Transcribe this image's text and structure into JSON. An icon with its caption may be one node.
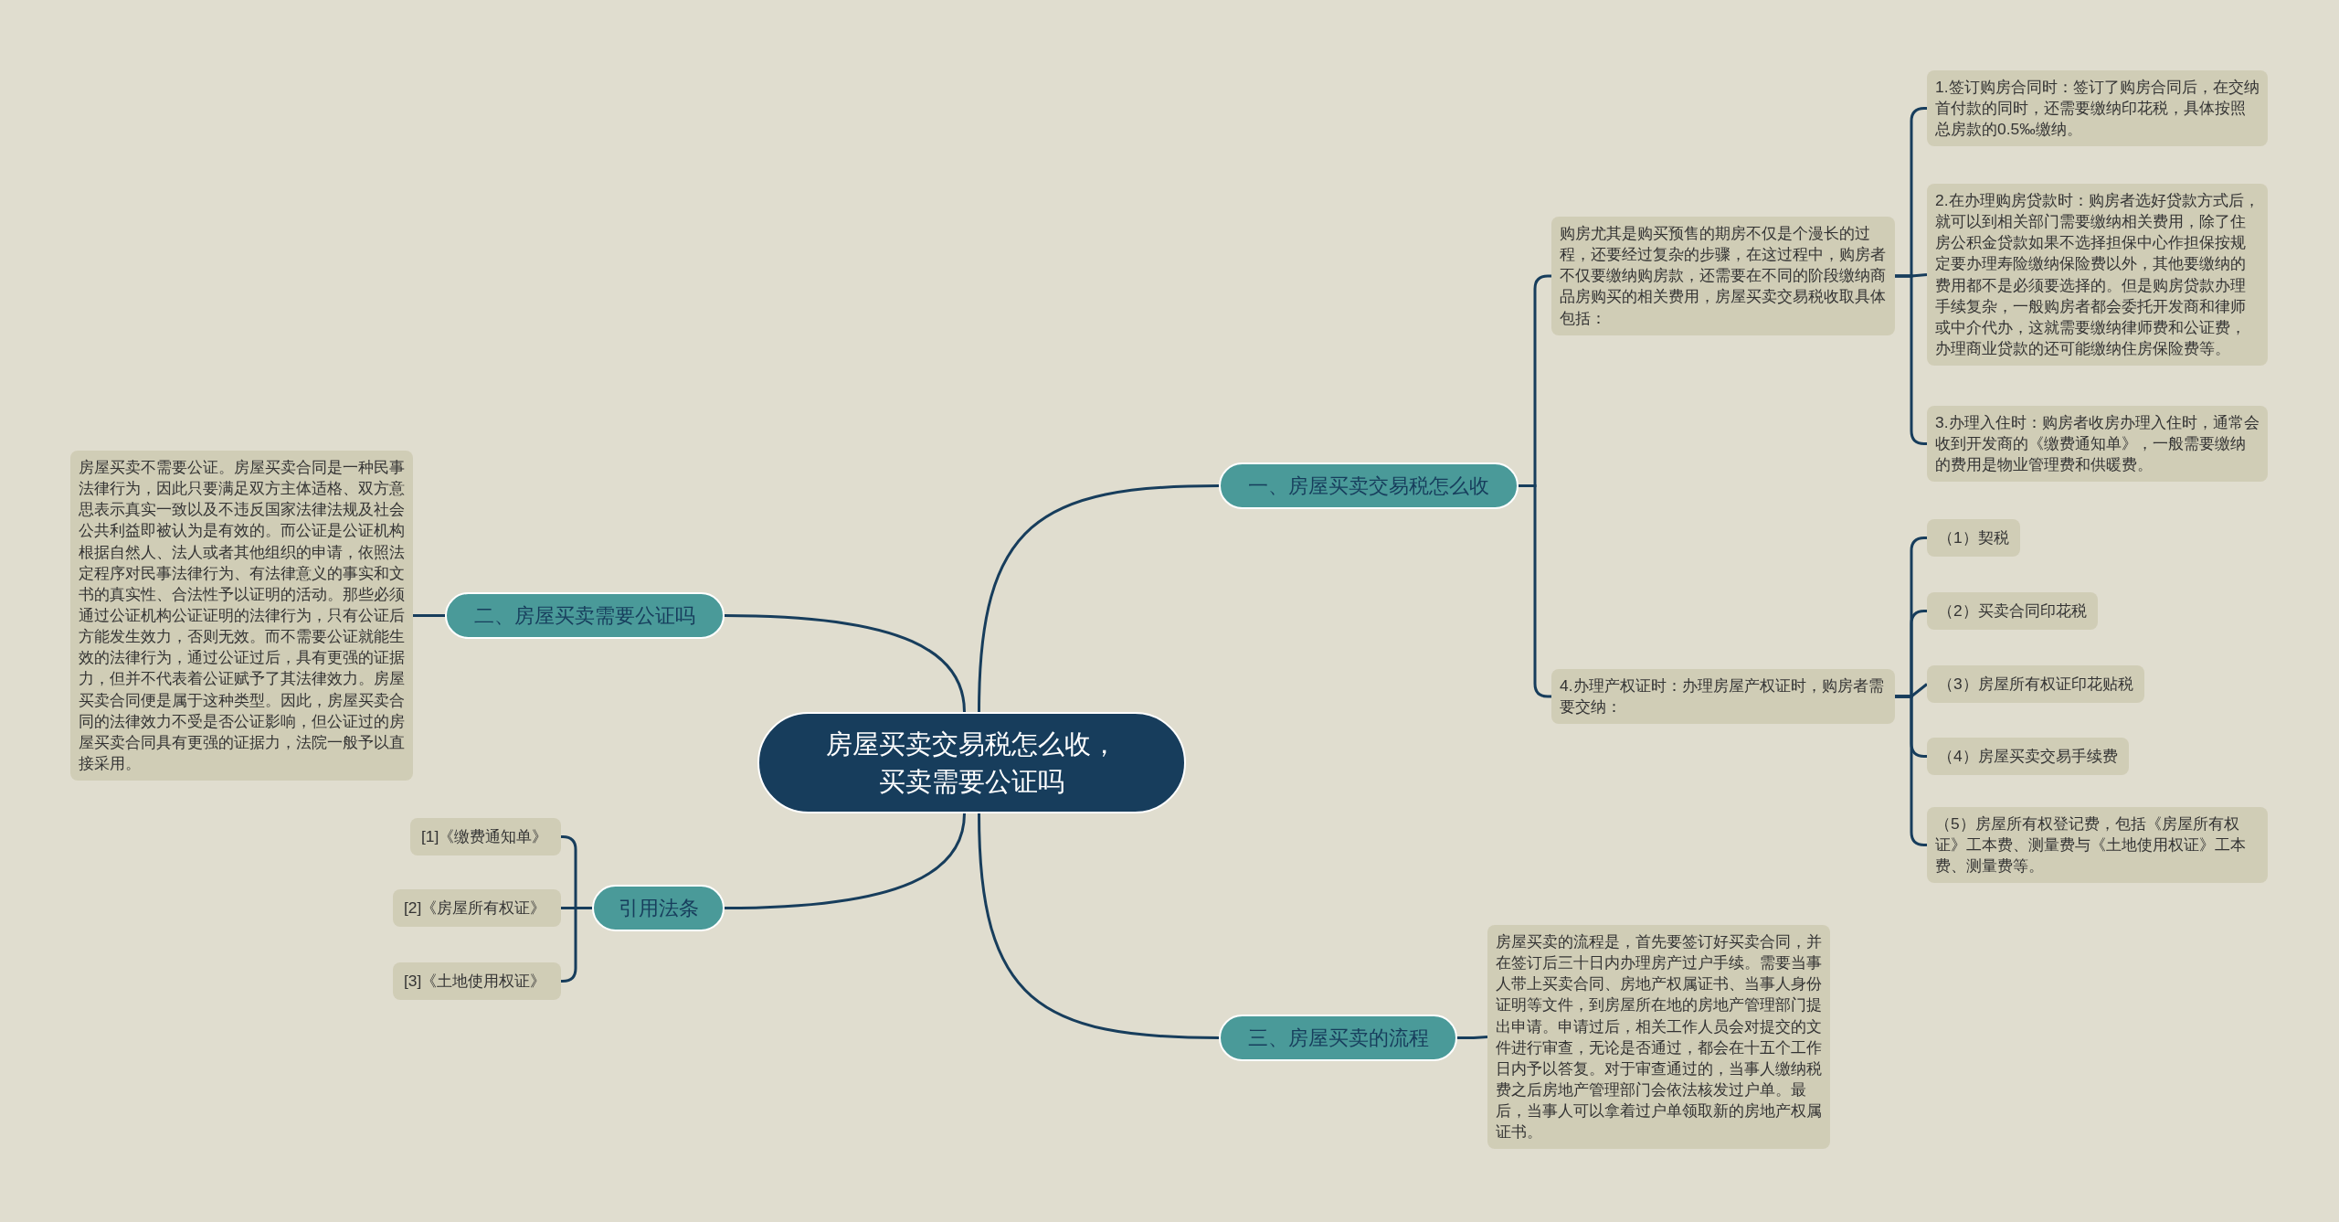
{
  "diagram": {
    "nodes": [
      {
        "text": [
          "房屋买卖交易税怎么收，买卖需要公证吗"
        ]
      },
      {
        "text": [
          "一、房屋买卖交易税怎么收"
        ]
      },
      {
        "text": [
          "购房尤其是购买预售的期房不仅是个漫长的过程，还要经过复杂的步骤，在这过程中，购房者不仅要缴纳购房款，还需要在不同的阶段缴纳商品房购买的相关费用，房屋买卖交易税收取具体包括："
        ]
      },
      {
        "text": [
          "1.签订购房合同时：签订了购房合同后，在交纳首付款的同时，还需要缴纳印花税，具体按照总房款的0.5‰缴纳。"
        ]
      },
      {
        "text": [
          "2.在办理购房贷款时：购房者选好贷款方式后，就可以到相关部门需要缴纳相关费用，除了住房公积金贷款如果不选择担保中心作担保按规定要办理寿险缴纳保险费以外，其他要缴纳的费用都不是必须要选择的。但是购房贷款办理手续复杂，一般购房者都会委托开发商和律师或中介代办，这就需要缴纳律师费和公证费，办理商业贷款的还可能缴纳住房保险费等。"
        ]
      },
      {
        "text": [
          "3.办理入住时：购房者收房办理入住时，通常会收到开发商的《缴费通知单》，一般需要缴纳的费用是物业管理费和供暖费。"
        ]
      },
      {
        "text": [
          "4.办理产权证时：办理房屋产权证时，购房者需要交纳："
        ]
      },
      {
        "text": [
          "（1）契税"
        ]
      },
      {
        "text": [
          "（2）买卖合同印花税"
        ]
      },
      {
        "text": [
          "（3）房屋所有权证印花贴税"
        ]
      },
      {
        "text": [
          "（4）房屋买卖交易手续费"
        ]
      },
      {
        "text": [
          "（5）房屋所有权登记费，包括《房屋所有权证》工本费、测量费与《土地使用权证》工本费、测量费等。"
        ]
      },
      {
        "text": [
          "二、房屋买卖需要公证吗"
        ]
      },
      {
        "text": [
          "房屋买卖不需要公证。房屋买卖合同是一种民事法律行为，因此只要满足双方主体适格、双方意思表示真实一致以及不违反国家法律法规及社会公共利益即被认为是有效的。而公证是公证机构根据自然人、法人或者其他组织的申请，依照法定程序对民事法律行为、有法律意义的事实和文书的真实性、合法性予以证明的活动。那些必须通过公证机构公证证明的法律行为，只有公证后方能发生效力，否则无效。而不需要公证就能生效的法律行为，通过公证过后，具有更强的证据力，但并不代表着公证赋予了其法律效力。房屋买卖合同便是属于这种类型。因此，房屋买卖合同的法律效力不受是否公证影响，但公证过的房屋买卖合同具有更强的证据力，法院一般予以直接采用。"
        ]
      },
      {
        "text": [
          "三、房屋买卖的流程"
        ]
      },
      {
        "text": [
          "房屋买卖的流程是，首先要签订好买卖合同，并在签订后三十日内办理房产过户手续。需要当事人带上买卖合同、房地产权属证书、当事人身份证明等文件，到房屋所在地的房地产管理部门提出申请。申请过后，相关工作人员会对提交的文件进行审查，无论是否通过，都会在十五个工作日内予以答复。对于审查通过的，当事人缴纳税费之后房地产管理部门会依法核发过户单。最后，当事人可以拿着过户单领取新的房地产权属证书。"
        ]
      },
      {
        "text": [
          "引用法条"
        ]
      },
      {
        "text": [
          "[1]《缴费通知单》"
        ]
      },
      {
        "text": [
          "[2]《房屋所有权证》"
        ]
      },
      {
        "text": [
          "[3]《土地使用权证》"
        ]
      }
    ],
    "edges": [
      {
        "from": 0,
        "to": 1,
        "arrow": "none"
      },
      {
        "from": 1,
        "to": 2,
        "arrow": "none"
      },
      {
        "from": 2,
        "to": 3,
        "arrow": "none"
      },
      {
        "from": 2,
        "to": 4,
        "arrow": "none"
      },
      {
        "from": 2,
        "to": 5,
        "arrow": "none"
      },
      {
        "from": 1,
        "to": 6,
        "arrow": "none"
      },
      {
        "from": 6,
        "to": 7,
        "arrow": "none"
      },
      {
        "from": 6,
        "to": 8,
        "arrow": "none"
      },
      {
        "from": 6,
        "to": 9,
        "arrow": "none"
      },
      {
        "from": 6,
        "to": 10,
        "arrow": "none"
      },
      {
        "from": 6,
        "to": 11,
        "arrow": "none"
      },
      {
        "from": 0,
        "to": 12,
        "arrow": "none"
      },
      {
        "from": 12,
        "to": 13,
        "arrow": "none"
      },
      {
        "from": 0,
        "to": 14,
        "arrow": "none"
      },
      {
        "from": 14,
        "to": 15,
        "arrow": "none"
      },
      {
        "from": 0,
        "to": 16,
        "arrow": "none"
      },
      {
        "from": 16,
        "to": 17,
        "arrow": "none"
      },
      {
        "from": 16,
        "to": 18,
        "arrow": "none"
      },
      {
        "from": 16,
        "to": 19,
        "arrow": "none"
      }
    ]
  }
}
